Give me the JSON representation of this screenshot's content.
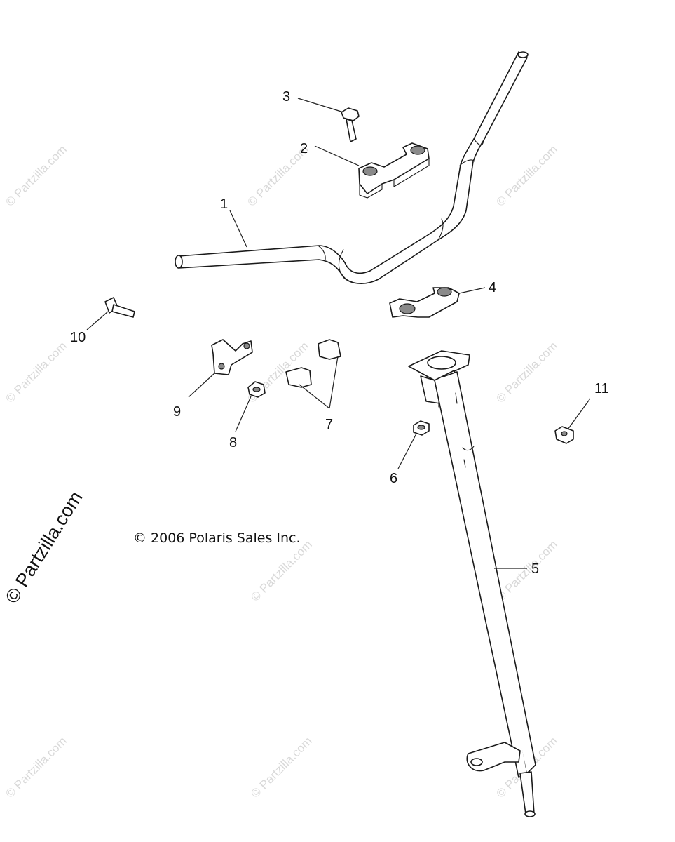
{
  "diagram": {
    "copyright": "© 2006 Polaris Sales Inc.",
    "watermark": "© Partzilla.com",
    "side_watermark": "© Partzilla.com",
    "callouts": {
      "c1": "1",
      "c2": "2",
      "c3": "3",
      "c4": "4",
      "c5": "5",
      "c6": "6",
      "c7": "7",
      "c8": "8",
      "c9": "9",
      "c10": "10",
      "c11": "11"
    }
  }
}
